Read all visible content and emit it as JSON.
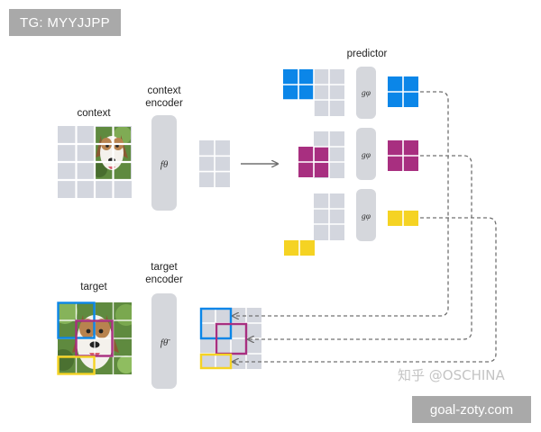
{
  "labels": {
    "context": "context",
    "context_encoder_line1": "context",
    "context_encoder_line2": "encoder",
    "predictor": "predictor",
    "target": "target",
    "target_encoder_line1": "target",
    "target_encoder_line2": "encoder"
  },
  "symbols": {
    "f_theta": "fθ",
    "f_theta_bar": "fθ̄",
    "g_phi": "gφ"
  },
  "watermarks": {
    "tg": "TG: MYYJJPP",
    "zhihu": "知乎 @OSCHINA",
    "site": "goal-zoty.com"
  },
  "colors": {
    "blue": "#0b86e8",
    "magenta": "#a82f80",
    "yellow": "#f5d323",
    "patch_gray": "#d3d6de",
    "encoder_gray": "#d5d7dc",
    "arrow_gray": "#707070"
  }
}
